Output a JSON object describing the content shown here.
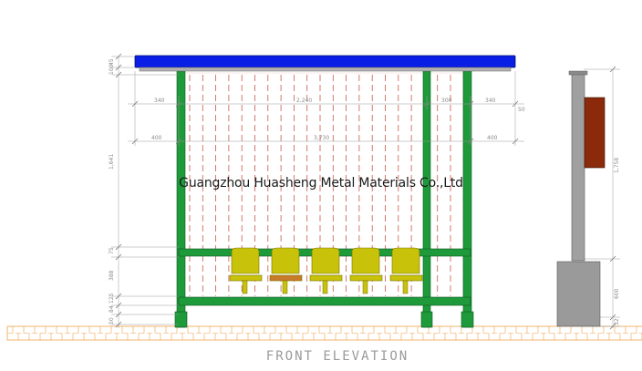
{
  "watermark": "Guangzhou Huasheng Metal Materials Co.,Ltd",
  "caption": "FRONT ELEVATION",
  "colors": {
    "roof": "#0a1fe6",
    "frame": "#1f9a3a",
    "panel_stripe": "#c85a4a",
    "seat": "#c8c20a",
    "post": "#9a9a9a",
    "sign": "#8a2a0a",
    "ground": "#f0a24a",
    "dimension": "#9a9a9a"
  },
  "dimensions": {
    "roof_top": "45",
    "roof_thk": "100",
    "row1": [
      "340",
      "2,240",
      "300",
      "340"
    ],
    "row1_right": "50",
    "row2": [
      "400",
      "3,730",
      "400"
    ],
    "left_height": "1,641",
    "seat_gap": "75",
    "seat_height": "388",
    "base1": "125",
    "base2": "84",
    "base3": "50",
    "sign_height": "1,758",
    "post_base": "600",
    "post_foot": "32"
  }
}
